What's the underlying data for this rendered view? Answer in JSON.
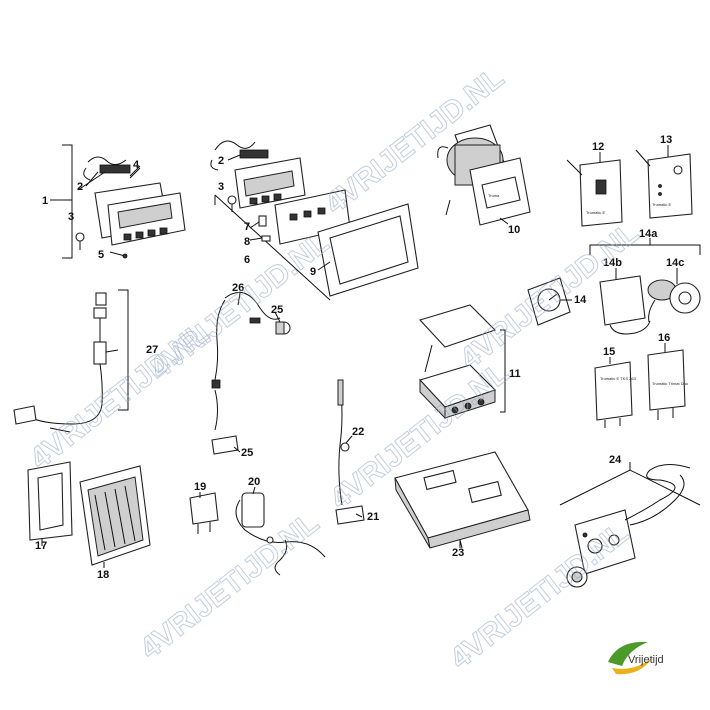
{
  "watermark": "4VRIJETIJD.NL",
  "logo_text": "Vrijetijd",
  "device_texts": {
    "p10": "Truma",
    "p12": "Trumatic E",
    "p13": "Trumatic E",
    "p15": "Trumatic E TKS 263",
    "p16": "Trumatic Trimat Duo"
  },
  "labels": [
    "1",
    "2",
    "3",
    "4",
    "5",
    "2",
    "3",
    "7",
    "8",
    "6",
    "9",
    "10",
    "12",
    "13",
    "14a",
    "14b",
    "14c",
    "14",
    "15",
    "16",
    "11",
    "26",
    "25",
    "27",
    "25",
    "22",
    "21",
    "19",
    "20",
    "17",
    "18",
    "23",
    "24"
  ]
}
